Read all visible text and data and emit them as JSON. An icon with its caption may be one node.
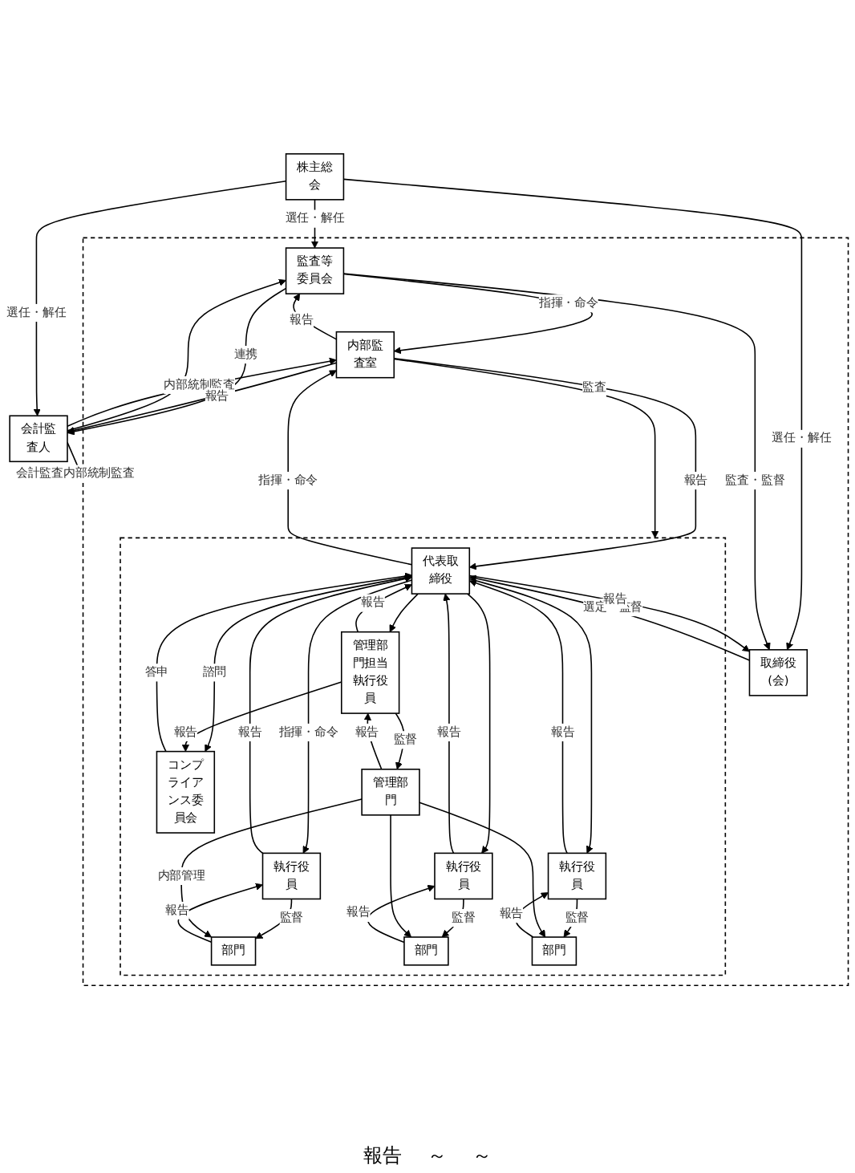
{
  "diagram": {
    "nodes": [
      {
        "text": [
          "株主総会"
        ]
      },
      {
        "text": [],
        "shape": "box"
      },
      {
        "text": [
          "取締役(会)"
        ],
        "in": 1
      },
      {
        "text": [
          "監査等委員会"
        ],
        "in": 1
      },
      {
        "text": [
          "内部監査室"
        ],
        "in": 1
      },
      {
        "text": [],
        "shape": "box",
        "in": 1
      },
      {
        "text": [
          "代表取締役"
        ],
        "in": 5
      },
      {
        "text": [
          "コンプライアンス委員会"
        ],
        "in": 5
      },
      {
        "text": [
          "執行役員"
        ],
        "in": 5
      },
      {
        "text": [
          "執行役員"
        ],
        "in": 5
      },
      {
        "text": [
          "執行役員"
        ],
        "in": 5
      },
      {
        "text": [
          "管理部門担当執行役員"
        ],
        "in": 5
      },
      {
        "text": [
          "部門"
        ],
        "in": 5
      },
      {
        "text": [
          "部門"
        ],
        "in": 5
      },
      {
        "text": [
          "部門"
        ],
        "in": 5
      },
      {
        "text": [
          "管理部門"
        ],
        "in": 5
      },
      {
        "text": [
          "会計監査人"
        ]
      }
    ],
    "edges": [
      {
        "from": 0,
        "to": 3,
        "arrow": "to",
        "label": "選任・解任"
      },
      {
        "from": 0,
        "to": 2,
        "arrow": "to",
        "label": "選任・解任"
      },
      {
        "from": 0,
        "to": 16,
        "arrow": "to",
        "label": "選任・解任"
      },
      {
        "from": 3,
        "to": 4,
        "arrow": "to",
        "label": "指揮・命令"
      },
      {
        "from": 3,
        "to": 2,
        "arrow": "to",
        "label": "監査・監督"
      },
      {
        "from": 3,
        "to": 16,
        "arrow": "to",
        "label": "連携"
      },
      {
        "from": 16,
        "to": 3,
        "arrow": "to"
      },
      {
        "from": 2,
        "to": 6,
        "arrow": "to",
        "label": "選定・監督"
      },
      {
        "from": 6,
        "to": 2,
        "arrow": "to",
        "label": "報告"
      },
      {
        "from": 4,
        "to": 3,
        "arrow": "to",
        "label": "報告"
      },
      {
        "from": 6,
        "to": 4,
        "arrow": "to",
        "label": "指揮・命令"
      },
      {
        "from": 4,
        "to": 6,
        "arrow": "to",
        "label": "報告"
      },
      {
        "from": 16,
        "to": 4,
        "arrow": "to",
        "label": "内部統制監査"
      },
      {
        "from": 4,
        "to": 16,
        "arrow": "to",
        "label": "報告"
      },
      {
        "from": 4,
        "to": 5,
        "arrow": "to",
        "label": "監査"
      },
      {
        "from": 6,
        "to": 7,
        "arrow": "to",
        "label": "諮問"
      },
      {
        "from": 7,
        "to": 6,
        "arrow": "to",
        "label": "答申"
      },
      {
        "from": 6,
        "to": 8,
        "arrow": "to",
        "label": "指揮・命令"
      },
      {
        "from": 6,
        "to": 9,
        "arrow": "to"
      },
      {
        "from": 6,
        "to": 10,
        "arrow": "to"
      },
      {
        "from": 6,
        "to": 11,
        "arrow": "to"
      },
      {
        "from": 8,
        "to": 6,
        "arrow": "to",
        "label": "報告"
      },
      {
        "from": 9,
        "to": 6,
        "arrow": "to",
        "label": "報告"
      },
      {
        "from": 10,
        "to": 6,
        "arrow": "to",
        "label": "報告"
      },
      {
        "from": 11,
        "to": 6,
        "arrow": "to",
        "label": "報告"
      },
      {
        "from": 11,
        "to": 7,
        "arrow": "to",
        "label": "報告"
      },
      {
        "from": 8,
        "to": 12,
        "arrow": "to",
        "label": "監督"
      },
      {
        "from": 12,
        "to": 8,
        "arrow": "to",
        "label": "報告"
      },
      {
        "from": 9,
        "to": 13,
        "arrow": "to",
        "label": "監督"
      },
      {
        "from": 13,
        "to": 9,
        "arrow": "to",
        "label": "報告"
      },
      {
        "from": 10,
        "to": 14,
        "arrow": "to",
        "label": "監督"
      },
      {
        "from": 14,
        "to": 10,
        "arrow": "to",
        "label": "報告"
      },
      {
        "from": 11,
        "to": 15,
        "arrow": "to",
        "label": "監督"
      },
      {
        "from": 15,
        "to": 11,
        "arrow": "to",
        "label": "報告"
      },
      {
        "from": 15,
        "to": 12,
        "arrow": "to",
        "label": "内部管理"
      },
      {
        "from": 15,
        "to": 13,
        "arrow": "to"
      },
      {
        "from": 15,
        "to": 14,
        "arrow": "to"
      },
      {
        "from": 16,
        "to": 1,
        "arrow": "to",
        "label": "会計監査内部統制監査"
      }
    ],
    "labels": [
      "報告",
      "～",
      "～"
    ]
  }
}
